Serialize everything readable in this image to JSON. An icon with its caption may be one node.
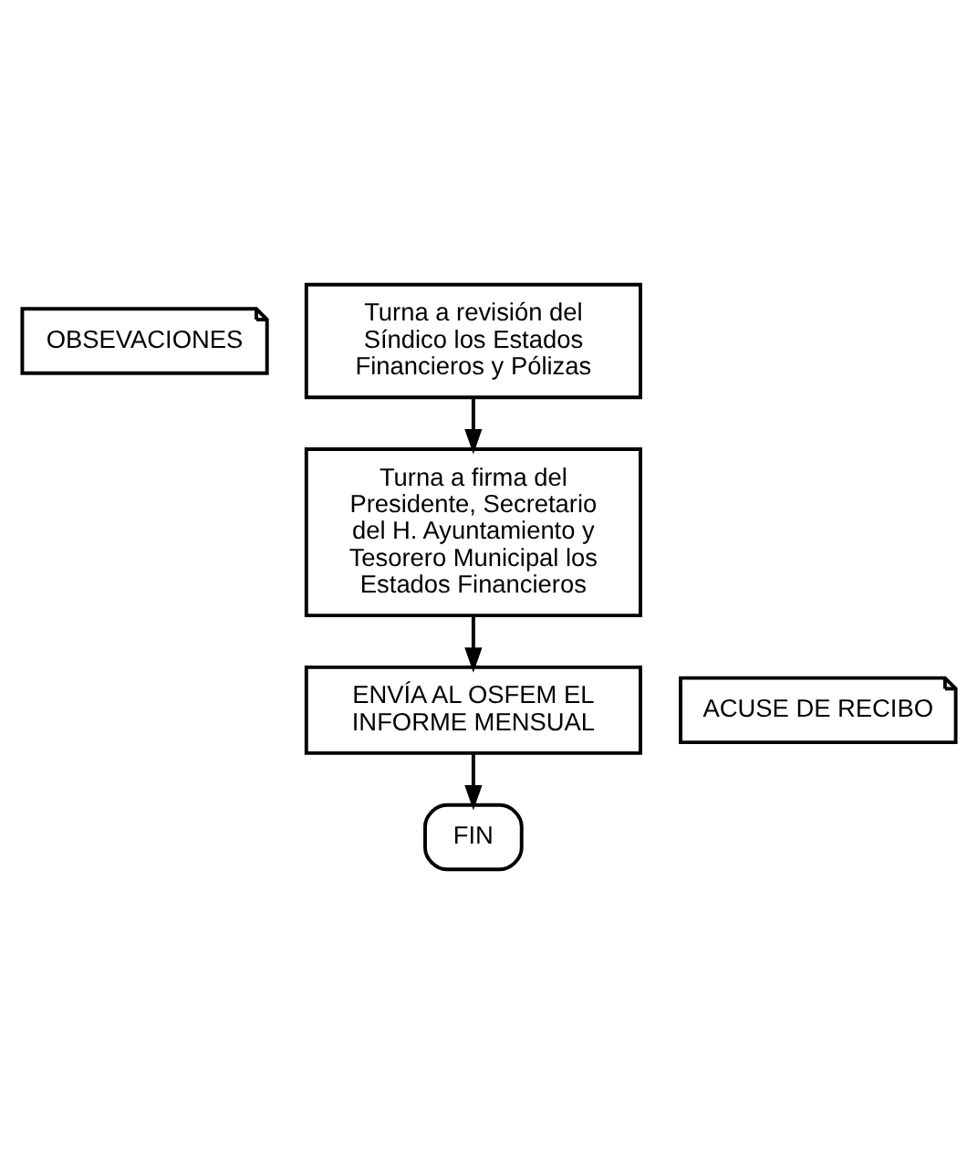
{
  "diagram": {
    "nodes": [
      {
        "text": [
          "OBSEVACIONES"
        ]
      },
      {
        "text": [
          "Turna a revisión del Síndico los Estados Financieros y Pólizas"
        ]
      },
      {
        "text": [
          "Turna a firma del Presidente, Secretario del H. Ayuntamiento y Tesorero Municipal los Estados Financieros"
        ]
      },
      {
        "text": [
          "ACUSE DE RECIBO"
        ]
      },
      {
        "text": [
          "ENVÍA AL OSFEM EL INFORME MENSUAL"
        ]
      },
      {
        "text": [
          "FIN"
        ]
      }
    ],
    "edges": [
      {
        "from": 1,
        "to": 2,
        "arrow": "to"
      },
      {
        "from": 2,
        "to": 4,
        "arrow": "to"
      },
      {
        "from": 4,
        "to": 5,
        "arrow": "to"
      }
    ]
  }
}
